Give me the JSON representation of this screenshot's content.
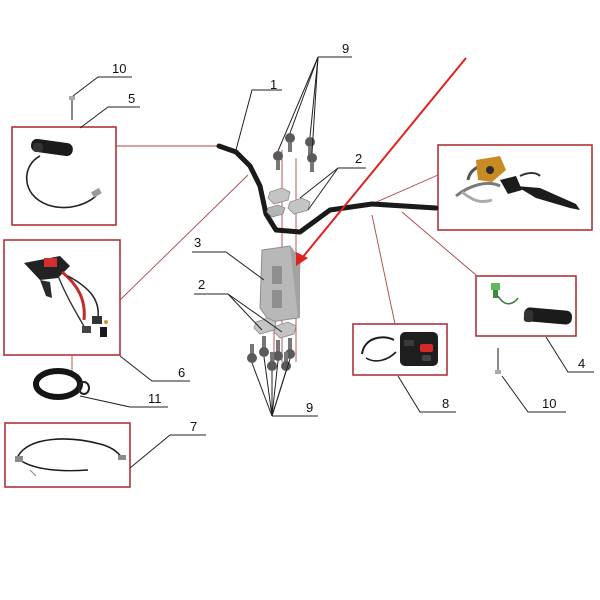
{
  "callouts": {
    "c1": "1",
    "c2a": "2",
    "c2b": "2",
    "c3": "3",
    "c4": "4",
    "c5": "5",
    "c6": "6",
    "c7": "7",
    "c8": "8",
    "c9a": "9",
    "c9b": "9",
    "c10a": "10",
    "c10b": "10",
    "c11": "11"
  },
  "colors": {
    "box_border": "#b0343a",
    "tie_line": "#b04545",
    "pointer_arrow": "#e32020",
    "handlebar": "#1a1a1a",
    "clamp": "#b8b8b8"
  }
}
